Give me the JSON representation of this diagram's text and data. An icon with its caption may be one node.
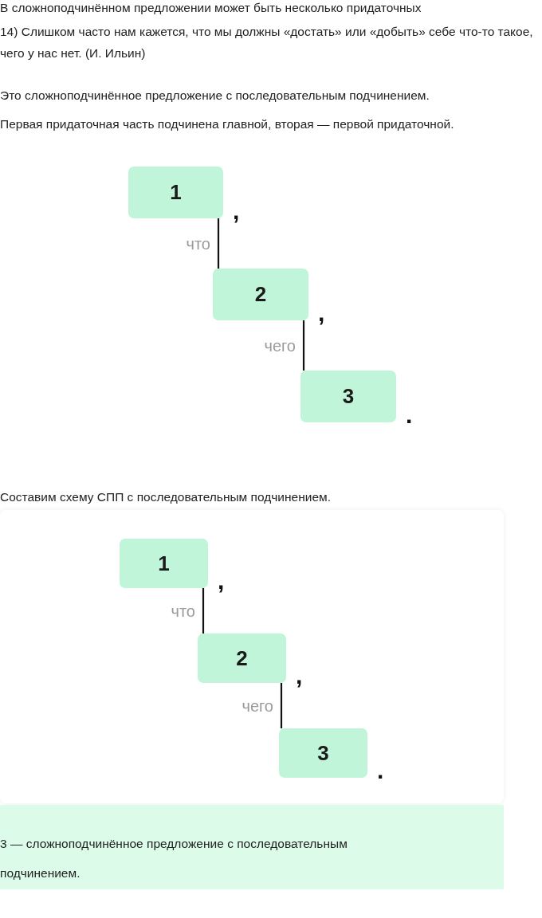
{
  "diagram": {
    "nodes": [
      {
        "text": [
          "1"
        ],
        "beside": [
          ","
        ]
      },
      {
        "text": [
          "2"
        ],
        "beside": [
          ","
        ]
      },
      {
        "text": [
          "3"
        ],
        "beside": [
          "."
        ]
      },
      {
        "text": [
          "1"
        ],
        "beside": [
          ","
        ]
      },
      {
        "text": [
          "2"
        ],
        "beside": [
          ","
        ]
      },
      {
        "text": [
          "3"
        ],
        "beside": [
          "."
        ]
      }
    ],
    "edges": [
      {
        "from": 0,
        "to": 1,
        "arrow": "none",
        "label": "что"
      },
      {
        "from": 1,
        "to": 2,
        "arrow": "none",
        "label": "чего"
      },
      {
        "from": 3,
        "to": 4,
        "arrow": "none",
        "label": "что"
      },
      {
        "from": 4,
        "to": 5,
        "arrow": "none",
        "label": "чего"
      }
    ],
    "labels": [
      "В сложноподчинённом предложении может быть несколько придаточных",
      "14) Слишком часто нам кажется, что мы должны «достать» или «добыть» себе что-то такое, чего у нас нет. (И. Ильин)",
      "Это сложноподчинённое предложение с последовательным подчинением.",
      "Первая придаточная часть подчинена главной, вторая — первой придаточной.",
      "Составим схему СПП с последовательным подчинением.",
      "3 — сложноподчинённое предложение с последовательным подчинением."
    ]
  }
}
